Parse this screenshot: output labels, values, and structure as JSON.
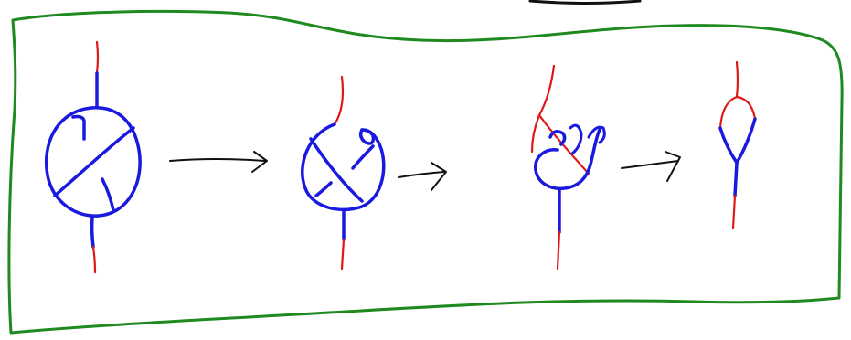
{
  "colors": {
    "frame": "#1f8a1f",
    "strand_blue": "#1a1adf",
    "strand_red": "#e01818",
    "arrow": "#111111",
    "background": "#ffffff"
  },
  "diagram": {
    "stages": [
      {
        "name": "stage-1",
        "description_type": "circle-with-crossings"
      },
      {
        "name": "stage-2",
        "description_type": "smaller-circle-with-loops"
      },
      {
        "name": "stage-3",
        "description_type": "partially-opened-knot"
      },
      {
        "name": "stage-4",
        "description_type": "simple-loop"
      }
    ],
    "arrows": [
      {
        "from": "stage-1",
        "to": "stage-2"
      },
      {
        "from": "stage-2",
        "to": "stage-3"
      },
      {
        "from": "stage-3",
        "to": "stage-4"
      }
    ]
  }
}
